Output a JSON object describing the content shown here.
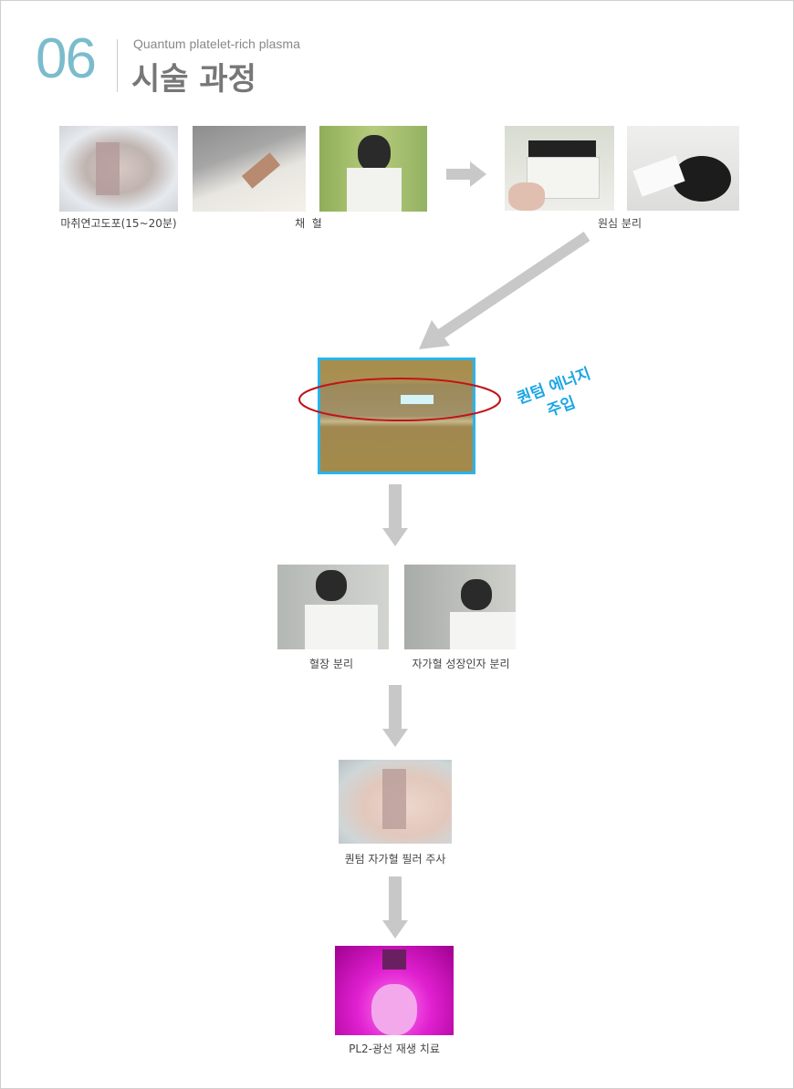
{
  "header": {
    "number": "06",
    "subtitle": "Quantum platelet-rich plasma",
    "title": "시술 과정"
  },
  "steps": {
    "anesthesia": "마취연고도포(15~20분)",
    "blood_draw": "채  혈",
    "centrifuge": "원심 분리",
    "quantum_energy": [
      "퀀텀 에너지",
      "주입"
    ],
    "plasma_separation": "혈장 분리",
    "growth_factor": "자가혈 성장인자 분리",
    "filler_injection": "퀀텀 자가혈 필러 주사",
    "light_therapy": "PL2-광선 재생 치료"
  },
  "colors": {
    "accent": "#7bbccc",
    "energy": "#1aa6e4",
    "ellipse": "#c0141a",
    "arrow": "#c8c8c8"
  }
}
